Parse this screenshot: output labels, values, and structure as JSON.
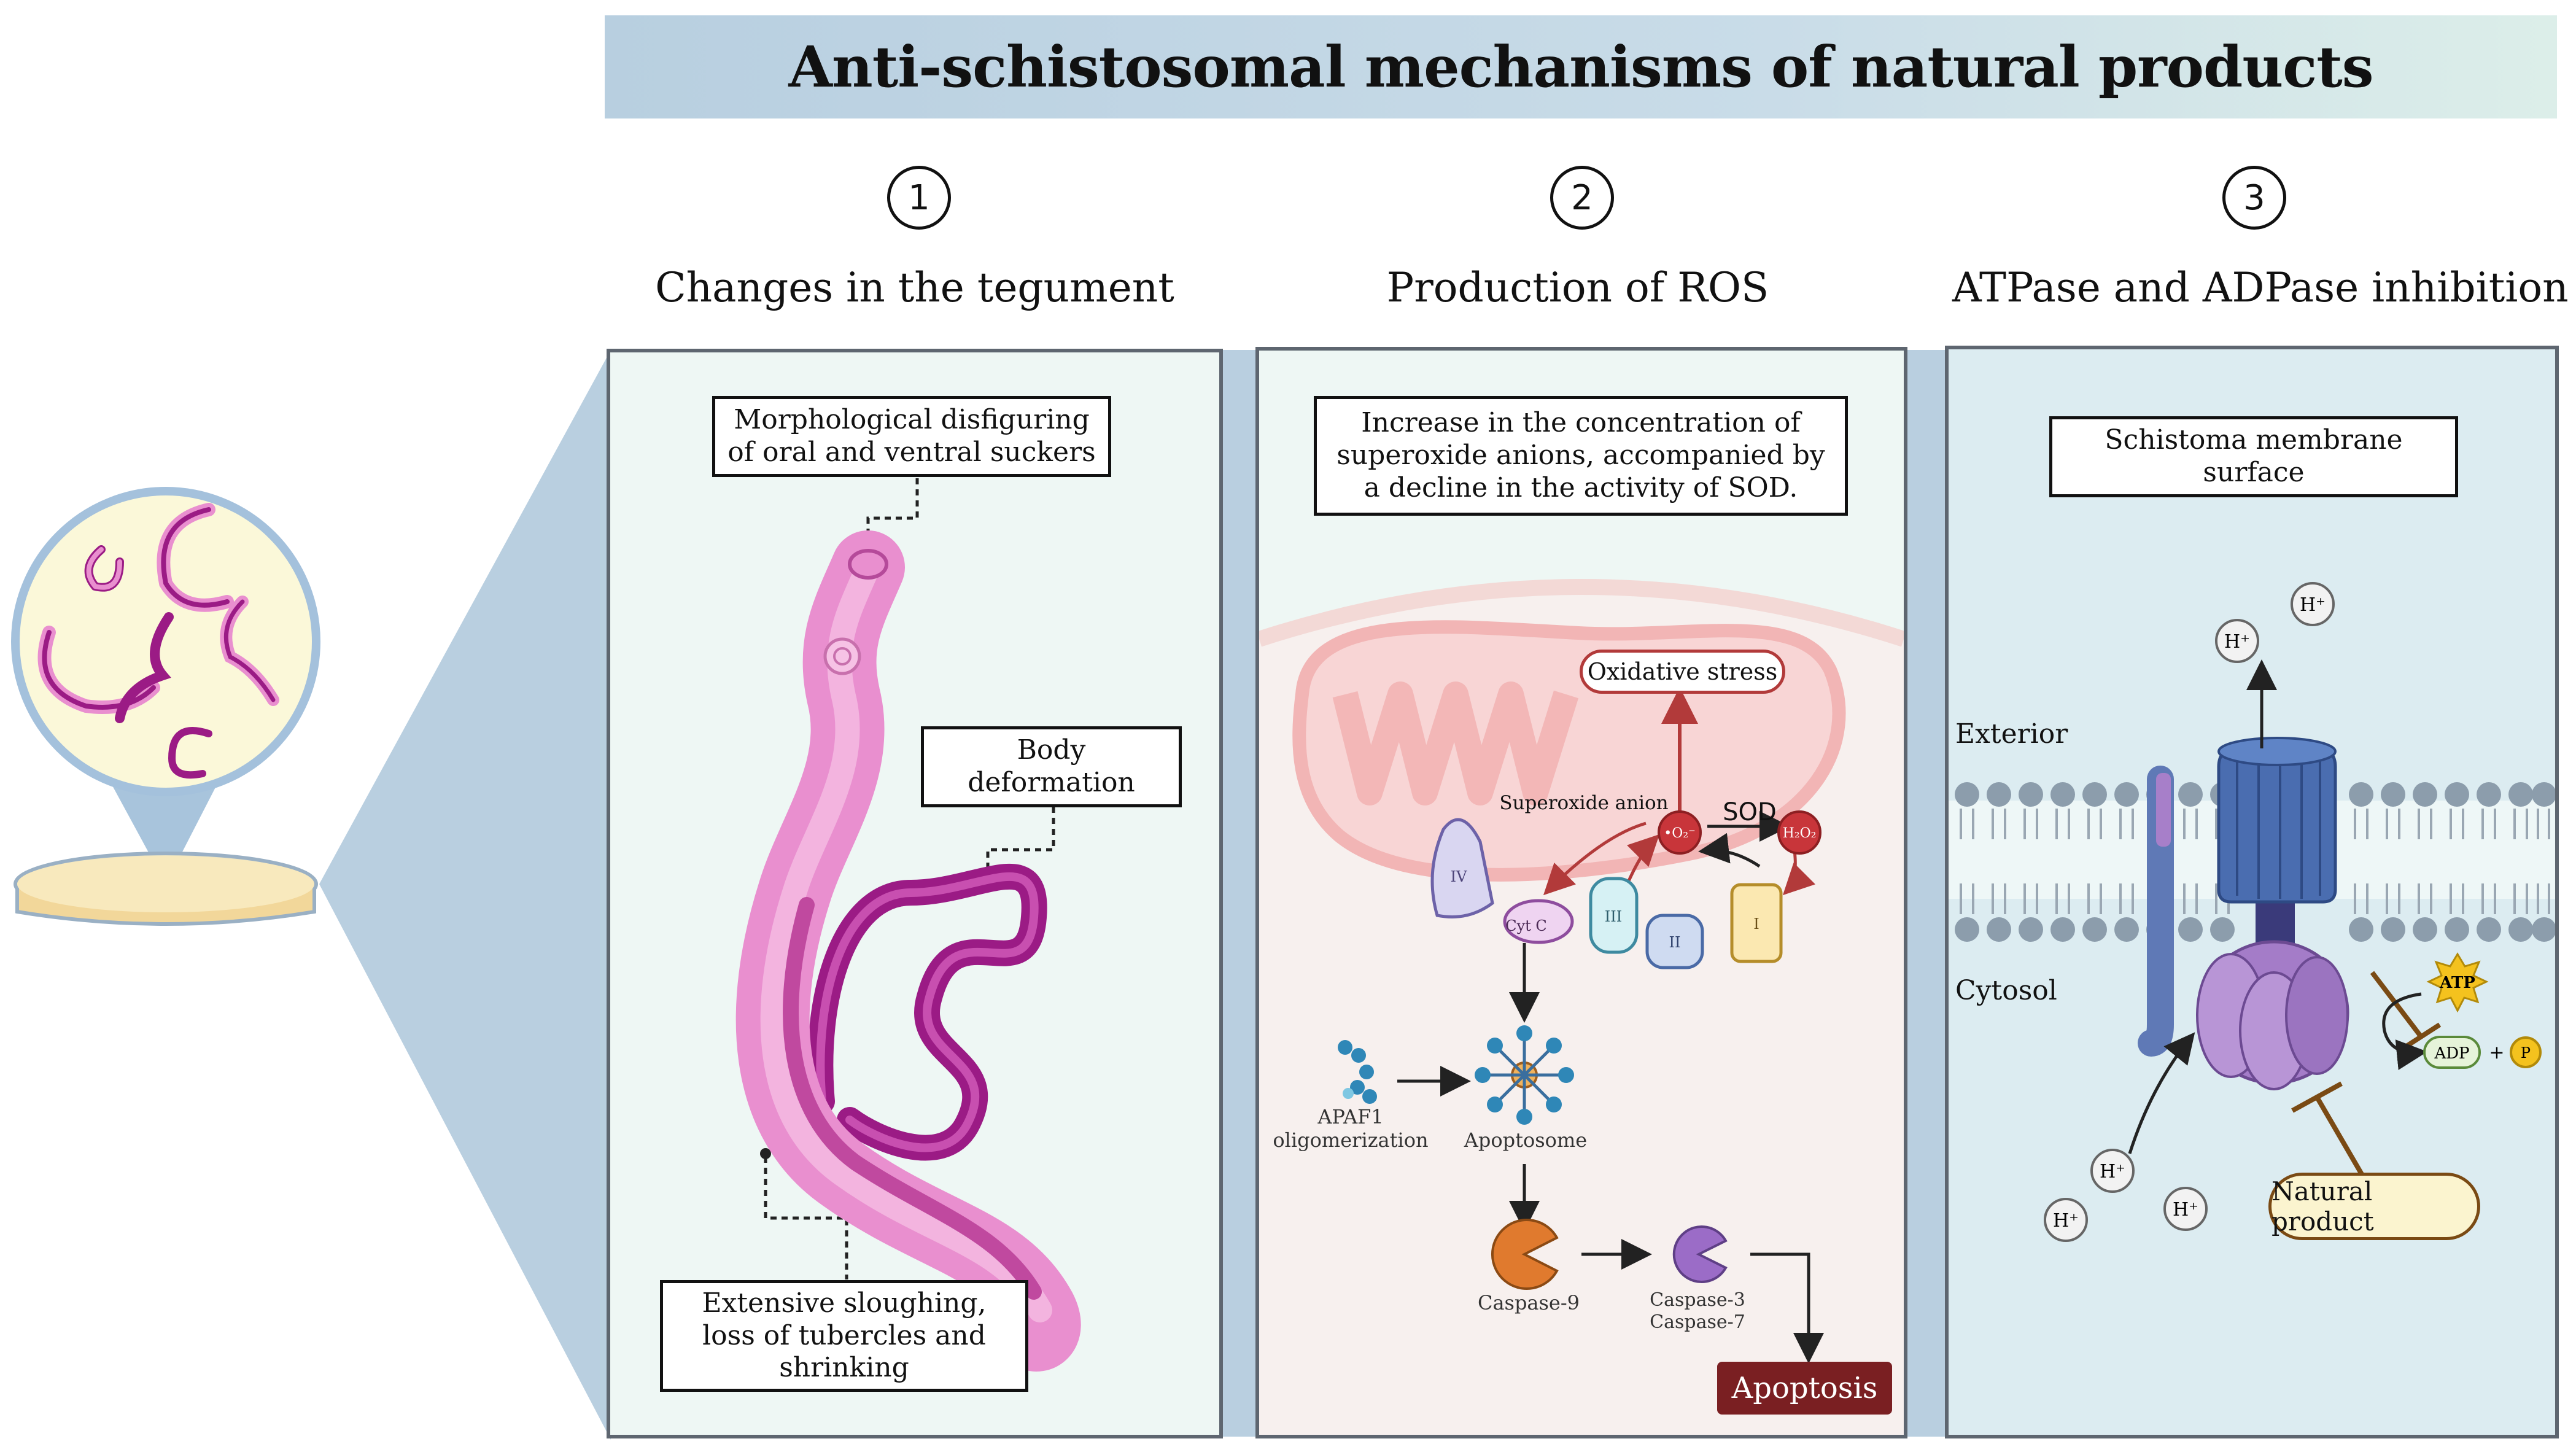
{
  "title": "Anti-schistosomal mechanisms of natural products",
  "sections": [
    {
      "number": "1",
      "heading": "Changes in the tegument"
    },
    {
      "number": "2",
      "heading": "Production of ROS"
    },
    {
      "number": "3",
      "heading": "ATPase and ADPase inhibition"
    }
  ],
  "panel1": {
    "suckers_label": "Morphological disfiguring of oral and ventral suckers",
    "body_label": "Body deformation",
    "sloughing_label": "Extensive sloughing, loss of tubercles and shrinking"
  },
  "panel2": {
    "header_box": "Increase in the concentration of superoxide anions, accompanied by a decline in the activity of SOD.",
    "oxidative_stress": "Oxidative stress",
    "superoxide_anion": "Superoxide anion",
    "sod": "SOD",
    "o2": "•O₂⁻",
    "h2o2": "H₂O₂",
    "complex_iv": "IV",
    "complex_iii": "III",
    "complex_ii": "II",
    "complex_i": "I",
    "cytc": "Cyt C",
    "apaf1": "APAF1",
    "apaf1_sub": "oligomerization",
    "apoptosome": "Apoptosome",
    "caspase9": "Caspase-9",
    "caspase3": "Caspase-3",
    "caspase7": "Caspase-7",
    "apoptosis": "Apoptosis"
  },
  "panel3": {
    "membrane_box": "Schistoma membrane surface",
    "exterior": "Exterior",
    "cytosol": "Cytosol",
    "hplus": "H⁺",
    "atp": "ATP",
    "adp": "ADP",
    "plus": "+",
    "p": "P",
    "natural_product": "Natural product"
  },
  "colors": {
    "title_bar": "#c1d6e4",
    "panel_bg": "#eef7f4",
    "panel3_bg": "#dcecf1",
    "zoom_wedge": "#b9cfe0",
    "worm_pink": "#e98fcf",
    "worm_purple": "#9b1b85",
    "mito_outer": "#f5c9c9",
    "mito_inner": "#f0a7a7",
    "apoptosis_box": "#7a1f22",
    "atpase_blue": "#3b5d9a",
    "atpase_purple": "#a47cc8",
    "natural_product_bg": "#fbf4cf",
    "atp_star": "#f4c21e"
  }
}
